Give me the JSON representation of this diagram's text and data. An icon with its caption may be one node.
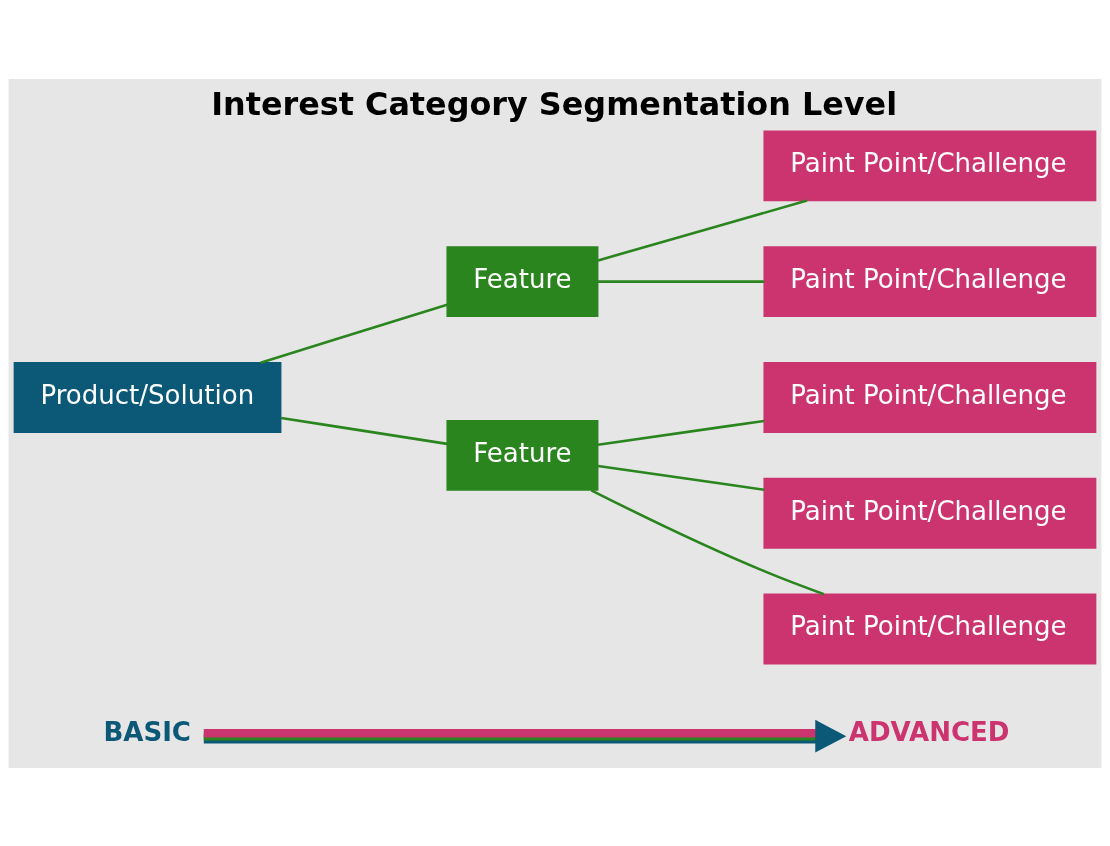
{
  "diagram": {
    "title": "Interest Category Segmentation Level",
    "nodes": [
      {
        "text": [
          "BASIC"
        ]
      },
      {
        "text": [
          "ADVANCED"
        ]
      },
      {
        "text": [
          "Product/Solution"
        ]
      },
      {
        "text": [
          "Feature"
        ]
      },
      {
        "text": [
          "Feature"
        ]
      },
      {
        "text": [
          "Paint Point/Challenge"
        ]
      },
      {
        "text": [
          "Paint Point/Challenge"
        ]
      },
      {
        "text": [
          "Paint Point/Challenge"
        ]
      },
      {
        "text": [
          "Paint Point/Challenge"
        ]
      },
      {
        "text": [
          "Paint Point/Challenge"
        ]
      }
    ],
    "edges": [
      {
        "from": 0,
        "to": 1,
        "arrow": "to",
        "style": "thick"
      },
      {
        "from": 2,
        "to": 3,
        "arrow": "none"
      },
      {
        "from": 2,
        "to": 4,
        "arrow": "none"
      },
      {
        "from": 3,
        "to": 5,
        "arrow": "none"
      },
      {
        "from": 3,
        "to": 6,
        "arrow": "none"
      },
      {
        "from": 4,
        "to": 7,
        "arrow": "none"
      },
      {
        "from": 4,
        "to": 8,
        "arrow": "none"
      },
      {
        "from": 4,
        "to": 9,
        "arrow": "none"
      }
    ]
  }
}
